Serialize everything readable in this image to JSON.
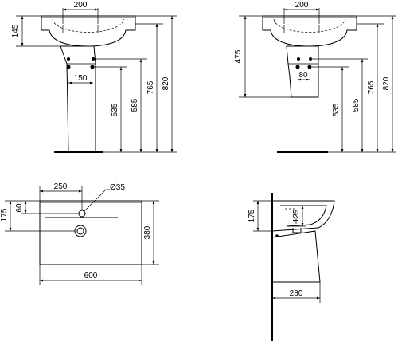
{
  "views": {
    "front_pedestal": {
      "dims": {
        "top_width": "200",
        "top_height": "145",
        "waste_spacing": "150",
        "waste_height": "535",
        "supply_height": "585",
        "rim_height": "765",
        "total_height": "820"
      }
    },
    "front_semi_pedestal": {
      "dims": {
        "top_width": "200",
        "fixing_height": "475",
        "waste_spacing": "80",
        "waste_height": "535",
        "supply_height": "585",
        "rim_height": "765",
        "total_height": "820"
      }
    },
    "plan": {
      "dims": {
        "tap_offset": "250",
        "tap_hole": "Ø35",
        "tap_depth": "60",
        "edge_height": "175",
        "depth": "380",
        "width": "600"
      }
    },
    "side": {
      "dims": {
        "edge_height": "175",
        "bowl_depth": "125",
        "projection": "280"
      }
    }
  }
}
